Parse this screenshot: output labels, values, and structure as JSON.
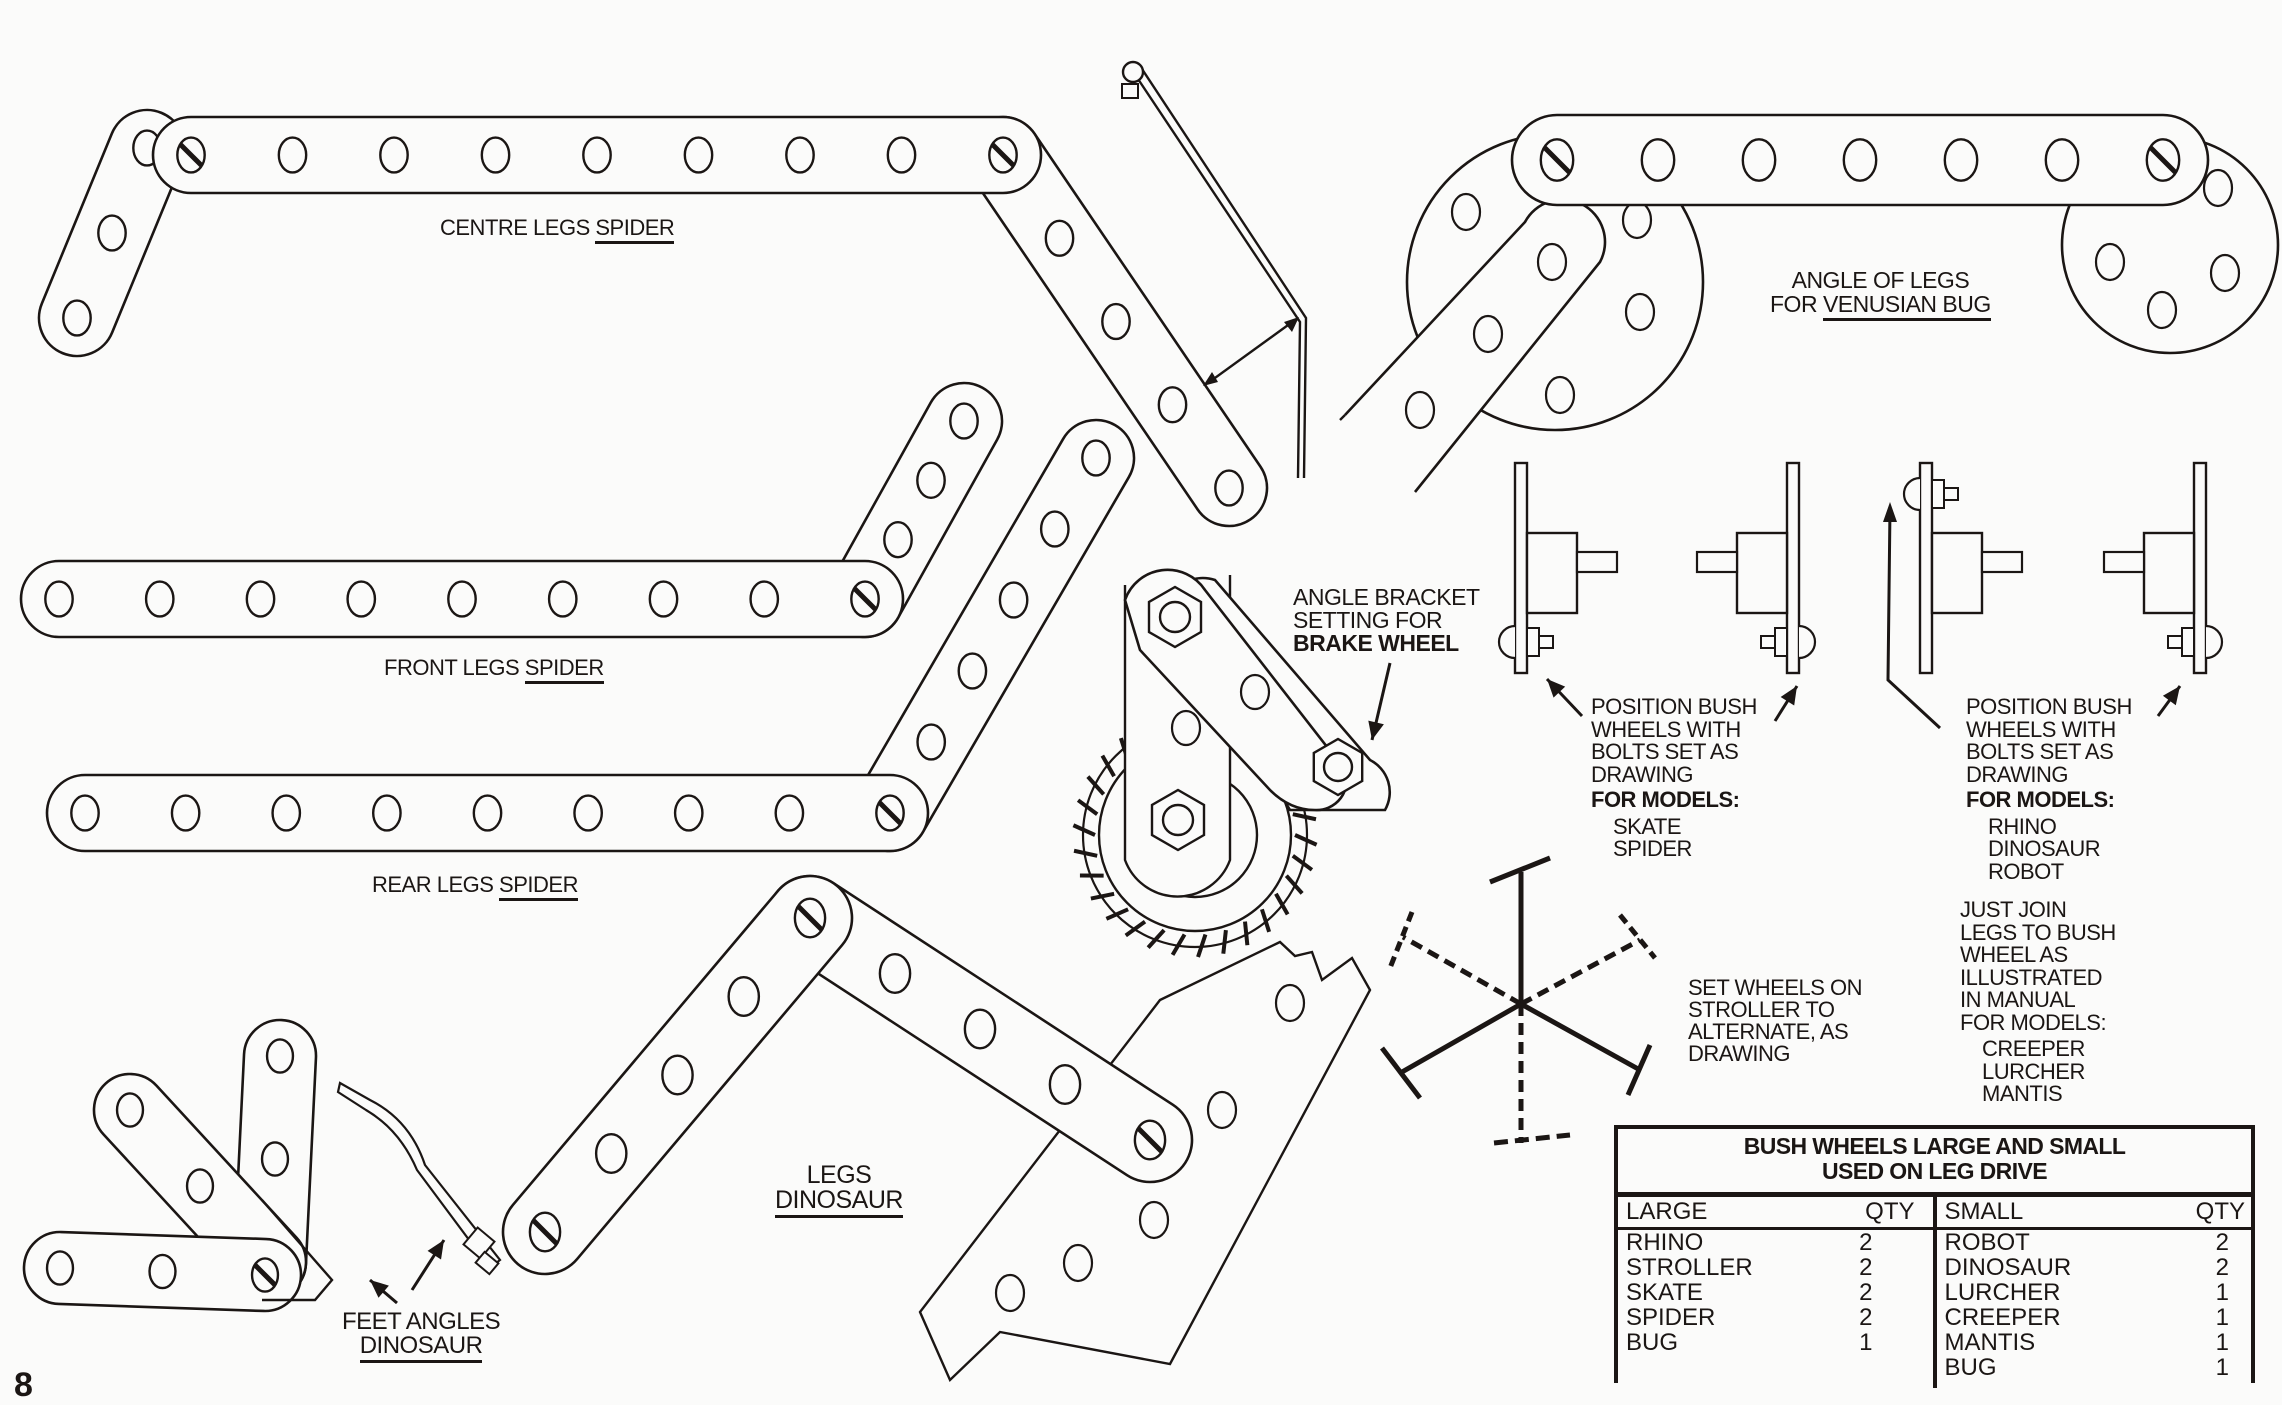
{
  "page": {
    "page_number": "8"
  },
  "labels": {
    "centre_legs": {
      "text": "CENTRE LEGS ",
      "underlined": "SPIDER"
    },
    "front_legs": {
      "text": "FRONT LEGS ",
      "underlined": "SPIDER"
    },
    "rear_legs": {
      "text": "REAR LEGS ",
      "underlined": "SPIDER"
    },
    "legs_dinosaur": {
      "line1": "LEGS",
      "underlined": "DINOSAUR"
    },
    "feet_angles": {
      "line1": "FEET ANGLES",
      "underlined": "DINOSAUR"
    },
    "venusian": {
      "line1": "ANGLE OF LEGS",
      "line2_prefix": "FOR ",
      "underlined": "VENUSIAN BUG"
    },
    "angle_bracket": {
      "line1": "ANGLE BRACKET",
      "line2": "SETTING FOR",
      "line3": "BRAKE WHEEL"
    },
    "position_left": {
      "lines": [
        "POSITION BUSH",
        "WHEELS WITH",
        "BOLTS SET AS",
        "DRAWING"
      ],
      "for_models": "FOR MODELS:",
      "models": [
        "SKATE",
        "SPIDER"
      ]
    },
    "position_right": {
      "lines": [
        "POSITION BUSH",
        "WHEELS WITH",
        "BOLTS SET AS",
        "DRAWING"
      ],
      "for_models": "FOR MODELS:",
      "models": [
        "RHINO",
        "DINOSAUR",
        "ROBOT"
      ]
    },
    "just_join": {
      "lines": [
        "JUST JOIN",
        "LEGS TO BUSH",
        "WHEEL AS",
        "ILLUSTRATED",
        "IN MANUAL"
      ],
      "for_models": "FOR MODELS:",
      "models": [
        "CREEPER",
        "LURCHER",
        "MANTIS"
      ]
    },
    "stroller": {
      "lines": [
        "SET WHEELS ON",
        "STROLLER TO",
        "ALTERNATE, AS",
        "DRAWING"
      ]
    }
  },
  "bush_table": {
    "title_line1": "BUSH WHEELS LARGE AND SMALL",
    "title_line2": "USED ON LEG DRIVE",
    "large": {
      "header": "LARGE",
      "qty_header": "QTY",
      "rows": [
        {
          "model": "RHINO",
          "qty": "2"
        },
        {
          "model": "STROLLER",
          "qty": "2"
        },
        {
          "model": "SKATE",
          "qty": "2"
        },
        {
          "model": "SPIDER",
          "qty": "2"
        },
        {
          "model": "BUG",
          "qty": "1"
        }
      ]
    },
    "small": {
      "header": "SMALL",
      "qty_header": "QTY",
      "rows": [
        {
          "model": "ROBOT",
          "qty": "2"
        },
        {
          "model": "DINOSAUR",
          "qty": "2"
        },
        {
          "model": "LURCHER",
          "qty": "1"
        },
        {
          "model": "CREEPER",
          "qty": "1"
        },
        {
          "model": "MANTIS",
          "qty": "1"
        },
        {
          "model": "BUG",
          "qty": "1"
        }
      ]
    }
  },
  "colors": {
    "ink": "#1b1614",
    "paper": "#fbfbfa"
  }
}
